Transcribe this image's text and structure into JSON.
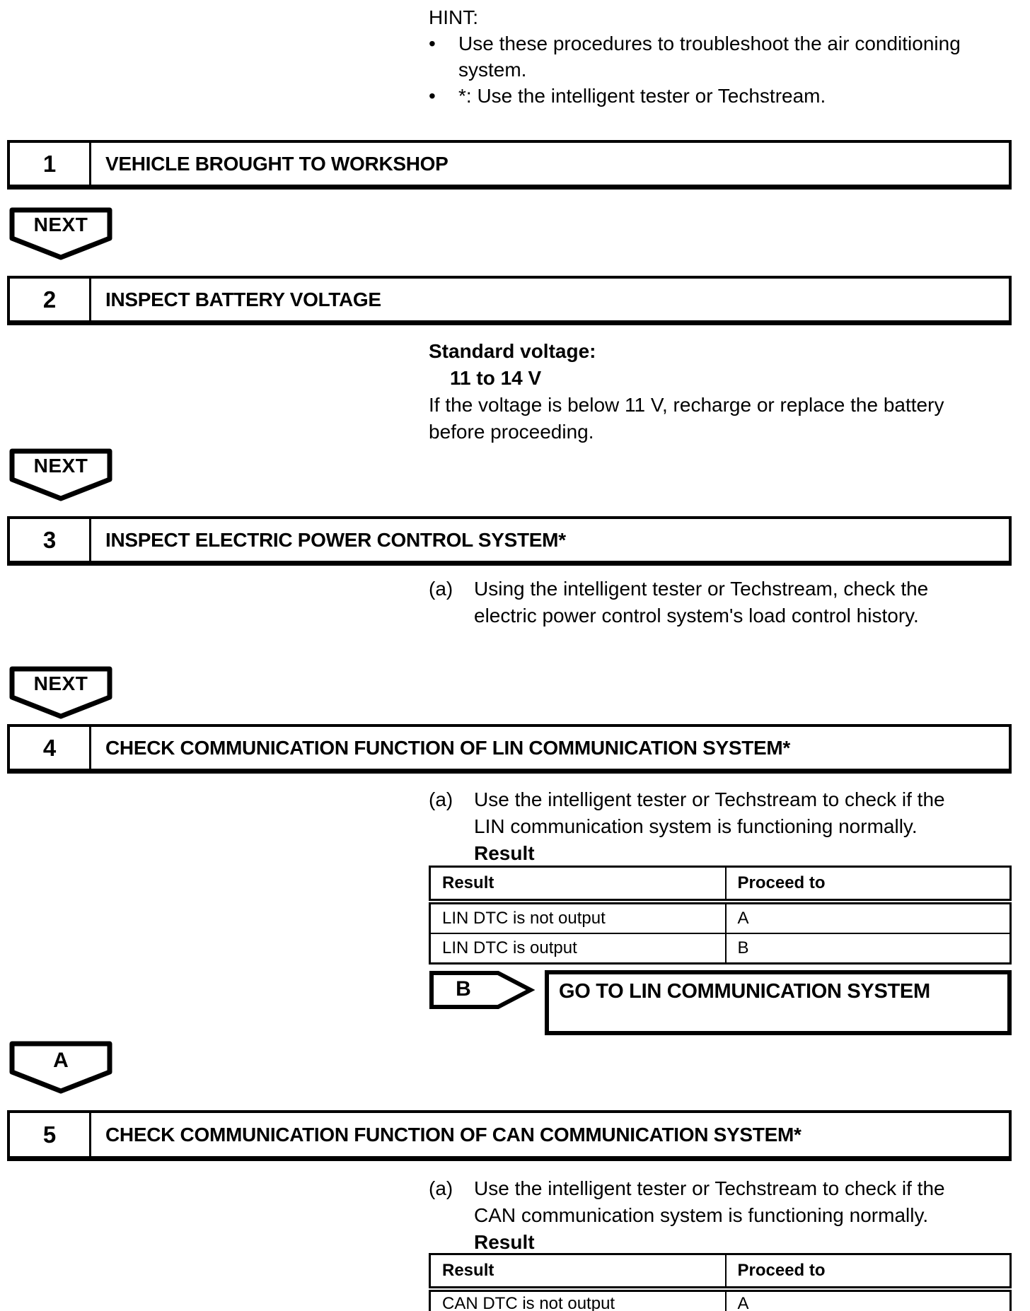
{
  "hint": {
    "label": "HINT:",
    "bullets": [
      {
        "marker": "•",
        "lines": [
          "Use these procedures to troubleshoot the air conditioning",
          "system."
        ]
      },
      {
        "marker": "•",
        "lines": [
          "*: Use the intelligent tester or Techstream."
        ]
      }
    ]
  },
  "steps": {
    "s1": {
      "number": "1",
      "title": "VEHICLE BROUGHT TO WORKSHOP"
    },
    "s2": {
      "number": "2",
      "title": "INSPECT BATTERY VOLTAGE"
    },
    "s3": {
      "number": "3",
      "title": "INSPECT ELECTRIC POWER CONTROL SYSTEM*"
    },
    "s4": {
      "number": "4",
      "title": "CHECK COMMUNICATION FUNCTION OF LIN COMMUNICATION SYSTEM*"
    },
    "s5": {
      "number": "5",
      "title": "CHECK COMMUNICATION FUNCTION OF CAN COMMUNICATION SYSTEM*"
    }
  },
  "connectors": {
    "next1": "NEXT",
    "next2": "NEXT",
    "next3": "NEXT",
    "branch_a_label": "A",
    "branch_b_label": "B",
    "branch_b_action": "GO TO LIN COMMUNICATION SYSTEM"
  },
  "battery_spec": {
    "heading": "Standard voltage:",
    "value": "11 to 14 V",
    "note_lines": [
      "If the voltage is below 11 V, recharge or replace the battery",
      "before proceeding."
    ]
  },
  "step3_instruction": {
    "marker": "(a)",
    "lines": [
      "Using the intelligent tester or Techstream, check the",
      "electric power control system's load control history."
    ]
  },
  "step4_instruction": {
    "marker": "(a)",
    "lines": [
      "Use the intelligent tester or Techstream to check if the",
      "LIN communication system is functioning normally."
    ],
    "result_heading": "Result"
  },
  "step4_table": {
    "headers": [
      "Result",
      "Proceed to"
    ],
    "rows": [
      [
        "LIN DTC is not output",
        "A"
      ],
      [
        "LIN DTC is output",
        "B"
      ]
    ]
  },
  "step5_instruction": {
    "marker": "(a)",
    "lines": [
      "Use the intelligent tester or Techstream to check if the",
      "CAN communication system is functioning normally."
    ],
    "result_heading": "Result"
  },
  "step5_table": {
    "headers": [
      "Result",
      "Proceed to"
    ],
    "rows": [
      [
        "CAN DTC is not output",
        "A"
      ]
    ]
  },
  "colors": {
    "ink": "#000000",
    "paper": "#ffffff"
  }
}
